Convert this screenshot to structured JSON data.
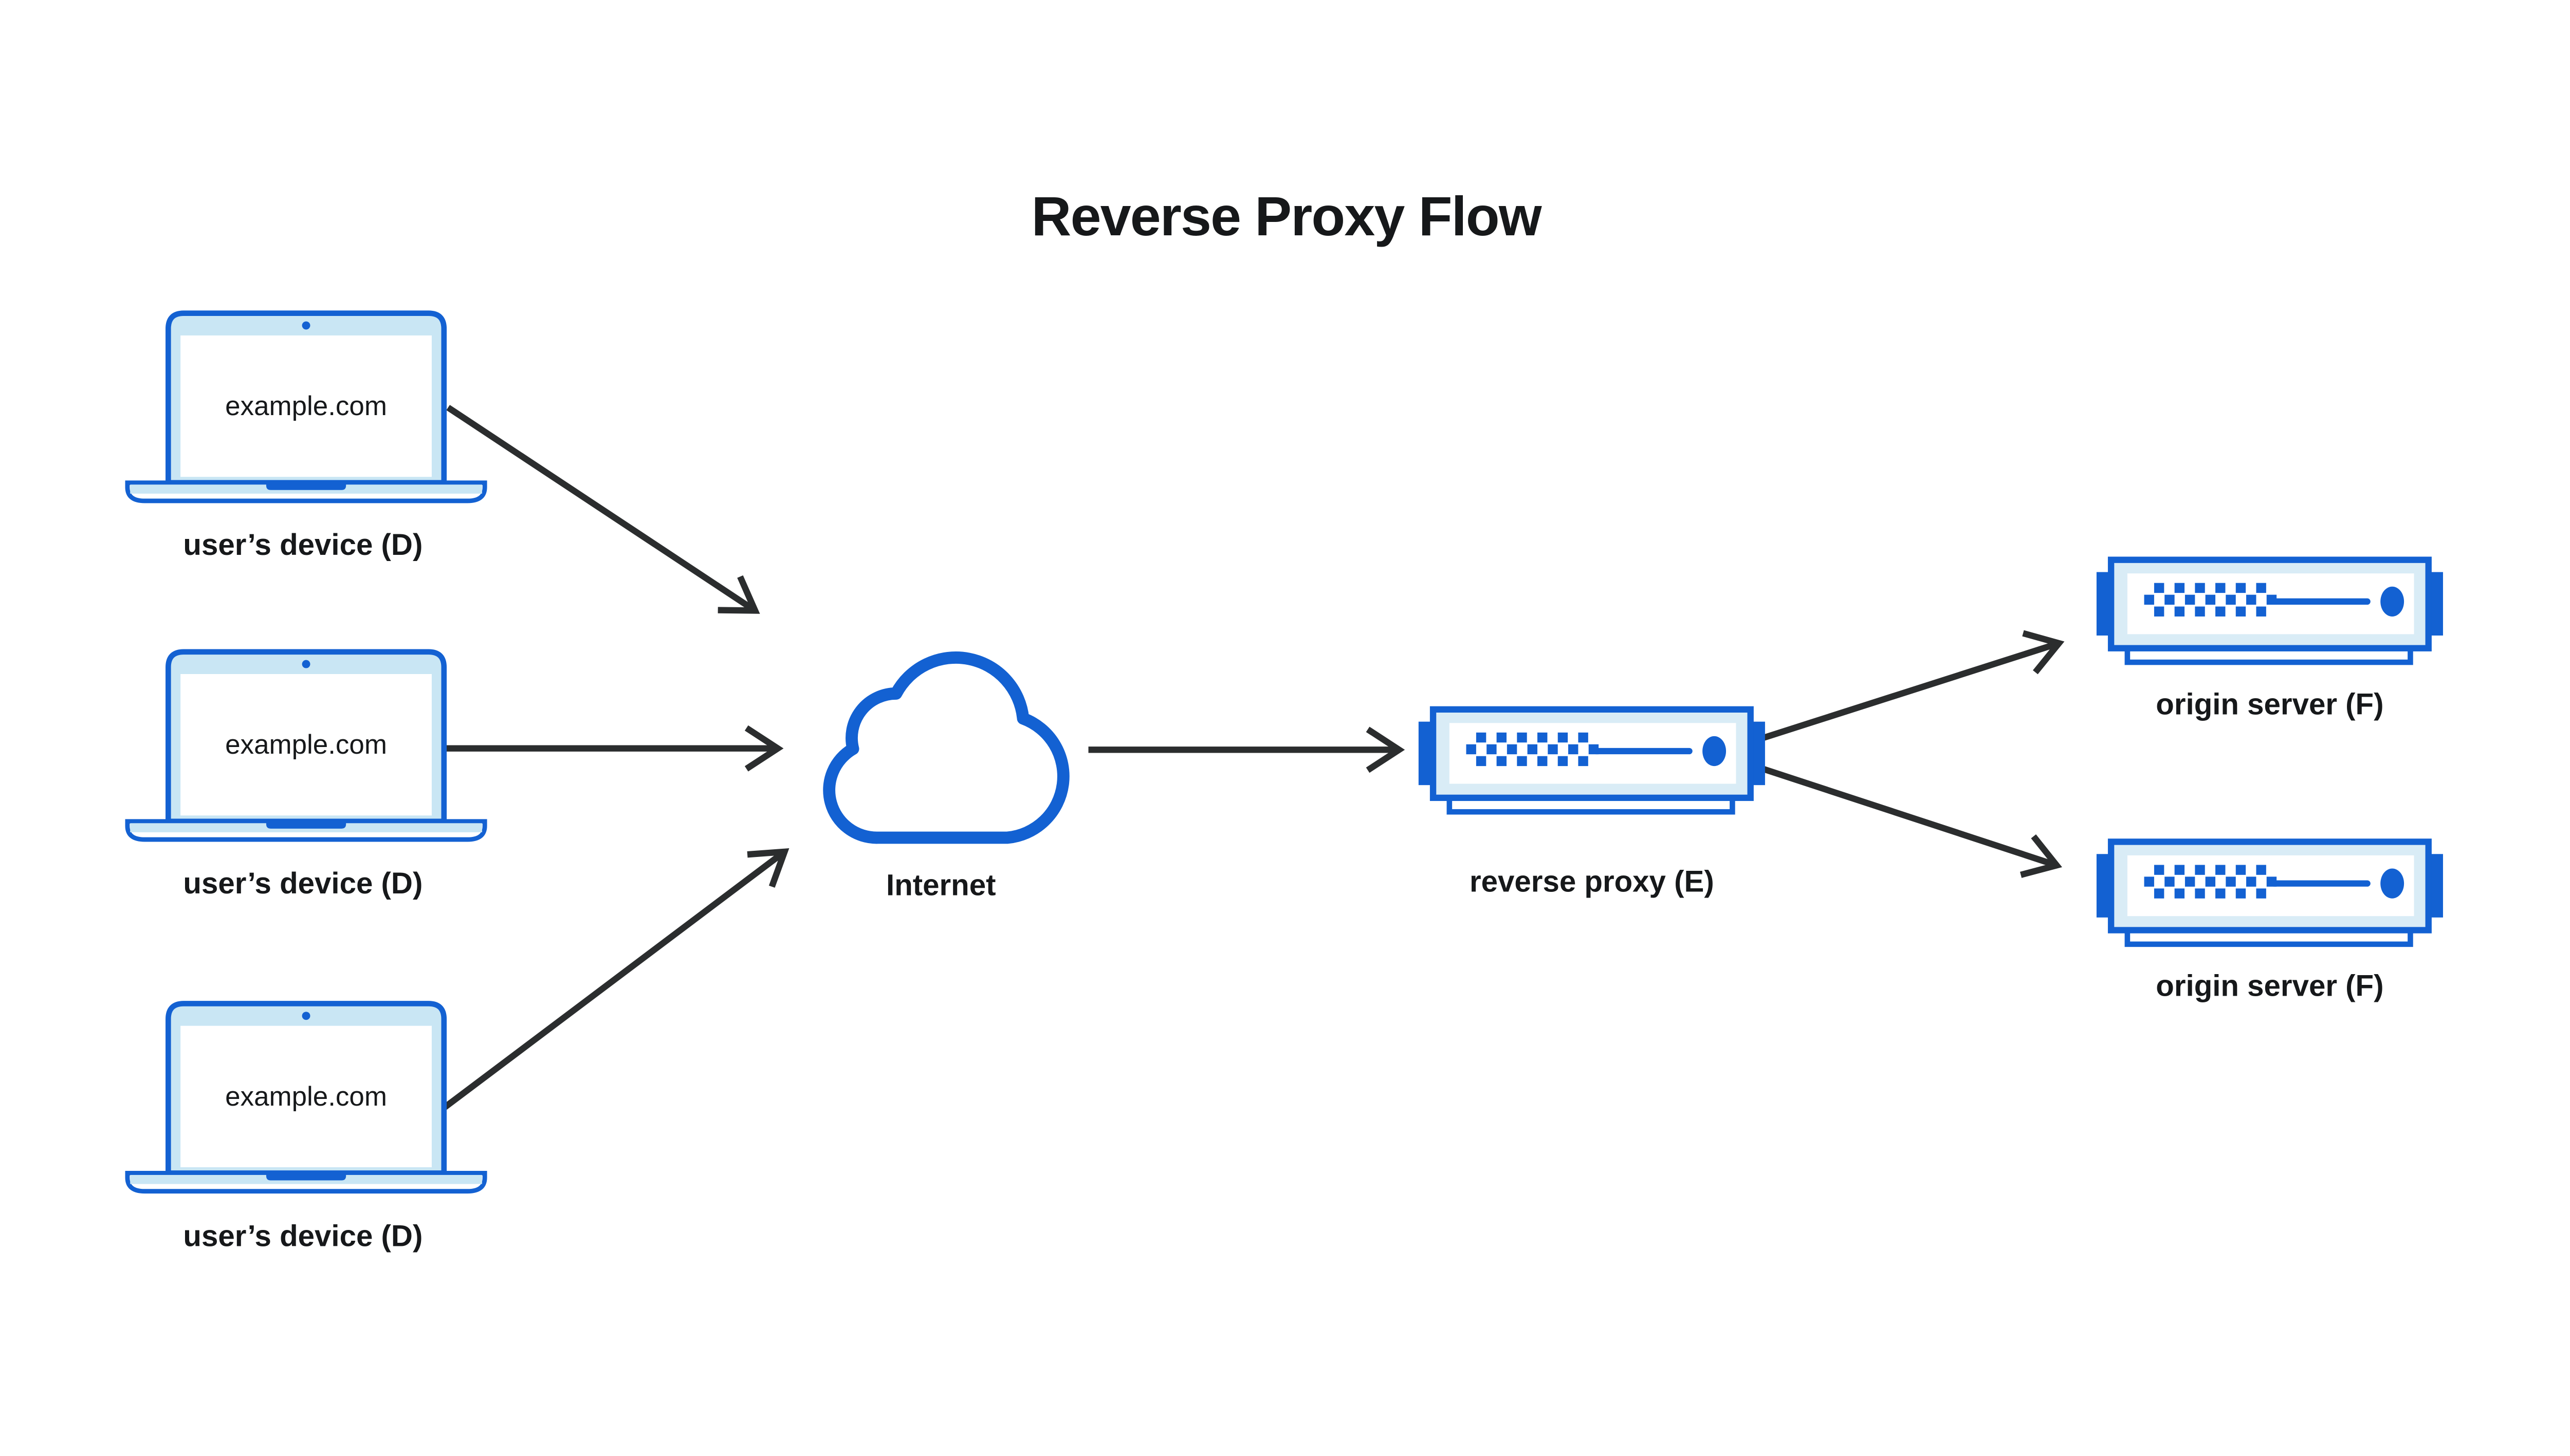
{
  "title": "Reverse Proxy Flow",
  "colors": {
    "blue": "#1361d2",
    "laptop_fill": "#c9e6f4",
    "server_fill": "#d9ecf6",
    "arrow_color": "#2b2d2e",
    "text_color": "#16181a",
    "background": "#ffffff"
  },
  "icons": {
    "device": "laptop-icon",
    "internet": "cloud-icon",
    "proxy": "server-icon",
    "origin": "server-icon"
  },
  "nodes": {
    "devices": [
      {
        "screen_text": "example.com",
        "label": "user’s device (D)"
      },
      {
        "screen_text": "example.com",
        "label": "user’s device (D)"
      },
      {
        "screen_text": "example.com",
        "label": "user’s device (D)"
      }
    ],
    "internet": {
      "label": "Internet"
    },
    "proxy": {
      "label": "reverse proxy (E)"
    },
    "origins": [
      {
        "label": "origin server (F)"
      },
      {
        "label": "origin server (F)"
      }
    ]
  }
}
